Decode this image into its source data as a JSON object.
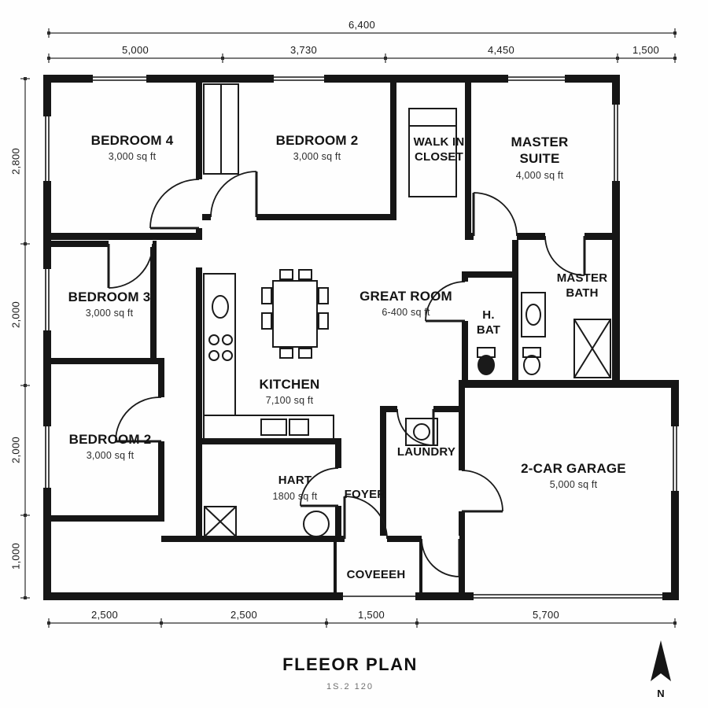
{
  "title": "FLEEOR PLAN",
  "subtitle": "1S.2 120",
  "compass_label": "N",
  "rooms": {
    "bedroom4": {
      "name": "BEDROOM 4",
      "area": "3,000 sq ft"
    },
    "bedroom2_top": {
      "name": "BEDROOM 2",
      "area": "3,000 sq ft"
    },
    "walk_in_closet": {
      "name": "WALK IN CLOSET"
    },
    "master_suite": {
      "name": "MASTER SUITE",
      "area": "4,000 sq ft"
    },
    "bedroom3": {
      "name": "BEDROOM 3",
      "area": "3,000 sq ft"
    },
    "great_room": {
      "name": "GREAT ROOM",
      "area": "6-400 sq ft"
    },
    "master_bath": {
      "name": "MASTER BATH"
    },
    "half_bath": {
      "name": "H. BAT"
    },
    "kitchen": {
      "name": "KITCHEN",
      "area": "7,100 sq ft"
    },
    "bedroom2_bottom": {
      "name": "BEDROOM 2",
      "area": "3,000 sq ft"
    },
    "laundry": {
      "name": "LAUNDRY"
    },
    "garage": {
      "name": "2-CAR GARAGE",
      "area": "5,000 sq ft"
    },
    "hart": {
      "name": "HART",
      "area": "1800 sq ft"
    },
    "foyer": {
      "name": "FOYER"
    },
    "porch": {
      "name": "COVEEEH"
    }
  },
  "dimensions": {
    "overall_width": "6,400",
    "top": [
      "5,000",
      "3,730",
      "4,450",
      "1,500"
    ],
    "left": [
      "2,800",
      "2,000",
      "2,000",
      "1,000"
    ],
    "bottom": [
      "2,500",
      "2,500",
      "1,500",
      "5,700"
    ]
  }
}
